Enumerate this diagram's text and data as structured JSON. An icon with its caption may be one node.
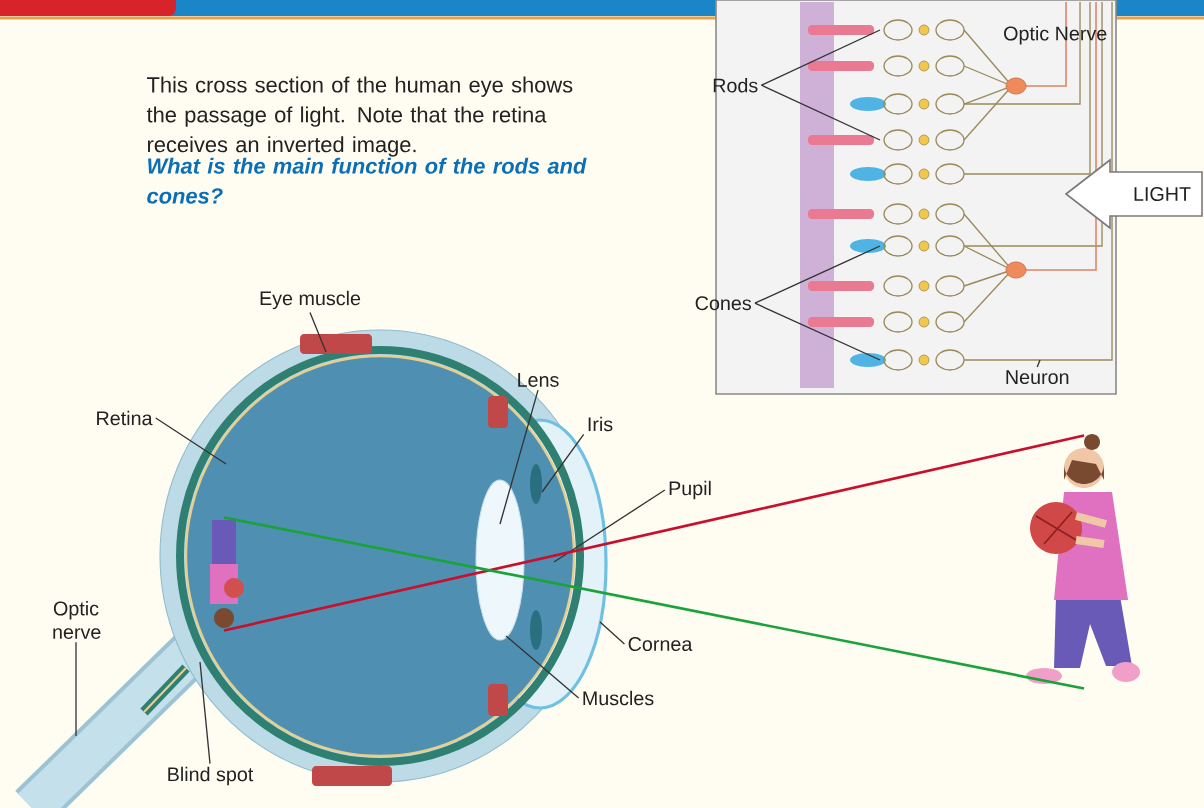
{
  "diagram": {
    "nodes": [
      {
        "text": [],
        "shape": "box"
      },
      {
        "text": [
          "Rods"
        ],
        "in": 0
      },
      {
        "text": [
          "Optic Nerve"
        ],
        "in": 0
      },
      {
        "text": [
          "LIGHT"
        ]
      },
      {
        "text": [
          "Cones"
        ],
        "in": 0
      },
      {
        "text": [
          "Neuron"
        ],
        "in": 0
      },
      {
        "text": [
          "Eye muscle"
        ]
      },
      {
        "text": [
          "Lens"
        ]
      },
      {
        "text": [
          "Retina"
        ]
      },
      {
        "text": [
          "Iris"
        ]
      },
      {
        "text": [
          "Pupil"
        ]
      },
      {
        "text": [
          "Optic nerve"
        ]
      },
      {
        "text": [
          "Cornea"
        ]
      },
      {
        "text": [
          "Muscles"
        ]
      },
      {
        "text": [
          "Blind spot"
        ]
      },
      {
        "text": [],
        "shape": "picture"
      },
      {
        "text": [],
        "shape": "picture"
      }
    ],
    "edges": [
      {
        "from": 1,
        "to": null,
        "arrow": "none"
      },
      {
        "from": 1,
        "to": null,
        "arrow": "none"
      },
      {
        "from": 4,
        "to": null,
        "arrow": "none"
      },
      {
        "from": 4,
        "to": null,
        "arrow": "none"
      },
      {
        "from": 5,
        "to": null,
        "arrow": "none"
      },
      {
        "from": 6,
        "to": null,
        "arrow": "none"
      },
      {
        "from": 7,
        "to": null,
        "arrow": "none"
      },
      {
        "from": 8,
        "to": null,
        "arrow": "none"
      },
      {
        "from": 9,
        "to": null,
        "arrow": "none"
      },
      {
        "from": 10,
        "to": null,
        "arrow": "none"
      },
      {
        "from": 11,
        "to": null,
        "arrow": "none"
      },
      {
        "from": 12,
        "to": null,
        "arrow": "none"
      },
      {
        "from": 13,
        "to": null,
        "arrow": "none"
      },
      {
        "from": 14,
        "to": null,
        "arrow": "none"
      },
      {
        "from": 15,
        "to": 16,
        "arrow": "none",
        "color": "#c8102e"
      },
      {
        "from": 15,
        "to": 16,
        "arrow": "none",
        "color": "#1aa33a"
      }
    ],
    "labels": [
      "This cross section of the human eye shows the passage of light. Note that the retina receives an inverted image.",
      "What is the main function of the rods and cones?"
    ]
  }
}
